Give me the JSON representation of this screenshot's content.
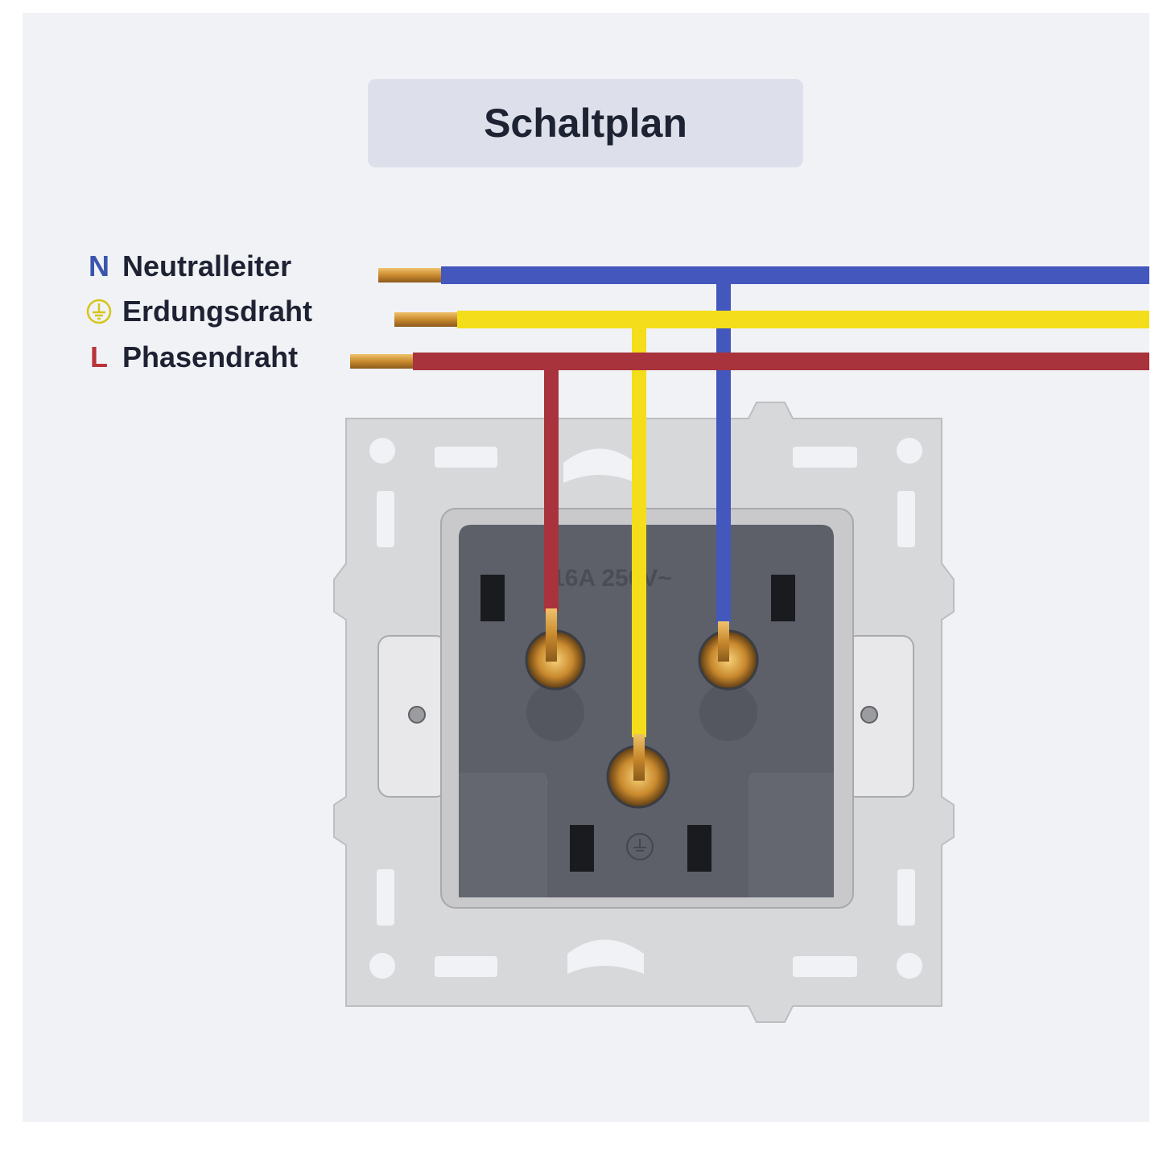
{
  "title": "Schaltplan",
  "legend": [
    {
      "symbol": "N",
      "label": "Neutralleiter",
      "color": "#3a55ad"
    },
    {
      "symbol": "ground-icon",
      "label": "Erdungsdraht",
      "color": "#f2dc1c"
    },
    {
      "symbol": "L",
      "label": "Phasendraht",
      "color": "#b8333a"
    }
  ],
  "socket": {
    "rating_text": "16A 250V~"
  },
  "colors": {
    "neutral_wire": "#4357bd",
    "ground_wire": "#f4dd1a",
    "phase_wire": "#a8333d",
    "copper": "#d89a3a",
    "frame": "#d8d8da",
    "socket_body": "#5b5e66"
  }
}
